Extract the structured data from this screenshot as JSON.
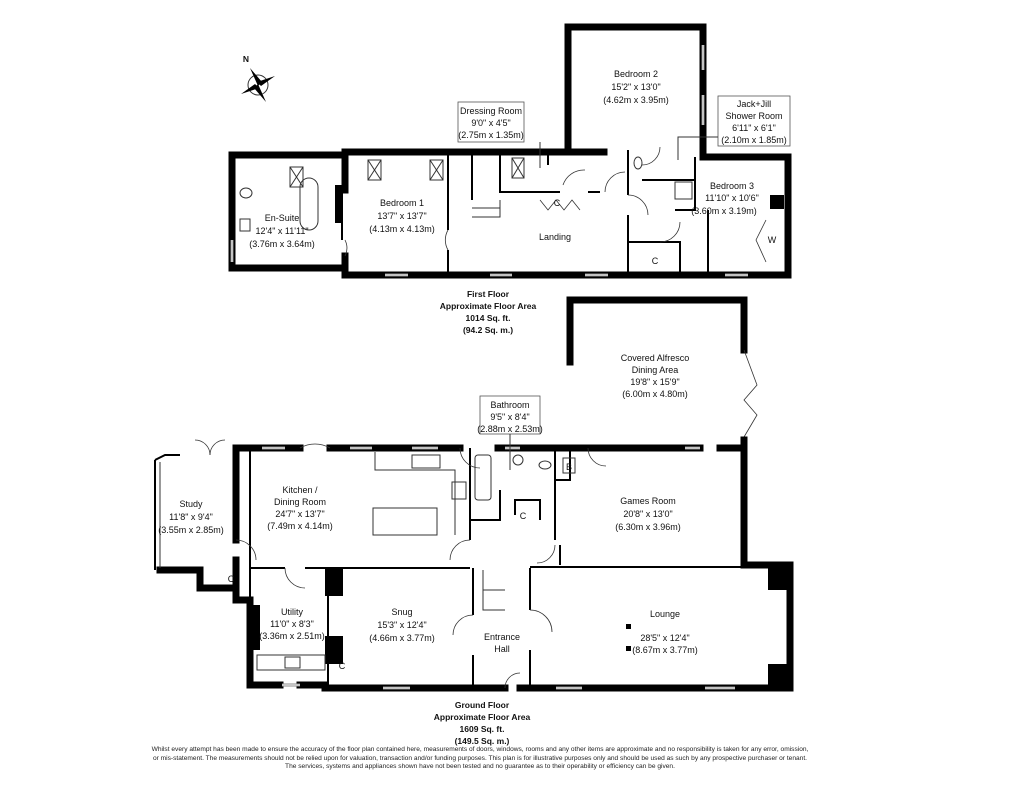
{
  "compass": {
    "label": "N",
    "icon": "compass-rose-icon"
  },
  "first_floor": {
    "title": "First Floor",
    "area_label": "Approximate Floor Area",
    "area_sqft": "1014 Sq. ft.",
    "area_sqm": "(94.2 Sq. m.)",
    "rooms": [
      {
        "name": "En-Suite",
        "imperial": "12'4\" x 11'11\"",
        "metric": "(3.76m x 3.64m)"
      },
      {
        "name": "Bedroom 1",
        "imperial": "13'7\" x 13'7\"",
        "metric": "(4.13m x 4.13m)"
      },
      {
        "name": "Dressing Room",
        "imperial": "9'0\" x 4'5\"",
        "metric": "(2.75m x 1.35m)"
      },
      {
        "name": "Bedroom 2",
        "imperial": "15'2\" x 13'0\"",
        "metric": "(4.62m x 3.95m)"
      },
      {
        "name": "Jack+Jill",
        "name2": "Shower Room",
        "imperial": "6'11\" x 6'1\"",
        "metric": "(2.10m x 1.85m)"
      },
      {
        "name": "Bedroom 3",
        "imperial": "11'10\" x 10'6\"",
        "metric": "(3.60m x 3.19m)"
      },
      {
        "name": "Landing"
      }
    ],
    "cupboards": [
      "C",
      "C",
      "W"
    ]
  },
  "ground_floor": {
    "title": "Ground Floor",
    "area_label": "Approximate Floor Area",
    "area_sqft": "1609 Sq. ft.",
    "area_sqm": "(149.5 Sq. m.)",
    "rooms": [
      {
        "name": "Covered Alfresco",
        "name2": "Dining Area",
        "imperial": "19'8\" x 15'9\"",
        "metric": "(6.00m x 4.80m)"
      },
      {
        "name": "Bathroom",
        "imperial": "9'5\" x 8'4\"",
        "metric": "(2.88m x 2.53m)"
      },
      {
        "name": "Study",
        "imperial": "11'8\" x 9'4\"",
        "metric": "(3.55m x 2.85m)"
      },
      {
        "name": "Kitchen /",
        "name2": "Dining Room",
        "imperial": "24'7\" x 13'7\"",
        "metric": "(7.49m x 4.14m)"
      },
      {
        "name": "Games Room",
        "imperial": "20'8\" x 13'0\"",
        "metric": "(6.30m x 3.96m)"
      },
      {
        "name": "Utility",
        "imperial": "11'0\" x 8'3\"",
        "metric": "(3.36m x 2.51m)"
      },
      {
        "name": "Snug",
        "imperial": "15'3\" x 12'4\"",
        "metric": "(4.66m x 3.77m)"
      },
      {
        "name": "Entrance",
        "name2": "Hall"
      },
      {
        "name": "Lounge",
        "imperial": "28'5\" x 12'4\"",
        "metric": "(8.67m x 3.77m)"
      }
    ],
    "cupboards": [
      "C",
      "C",
      "C"
    ],
    "boiler": "B"
  },
  "disclaimer": "Whilst every attempt has been made to ensure the accuracy of the floor plan contained here, measurements of doors, windows, rooms and any other items are approximate and no responsibility is taken for any error, omission, or mis-statement. The measurements should not be relied upon for valuation, transaction and/or funding purposes. This plan is for illustrative purposes only and should be used as such by any prospective purchaser or tenant. The services, systems and appliances shown have not been tested and no guarantee as to their operability or efficiency can be given."
}
